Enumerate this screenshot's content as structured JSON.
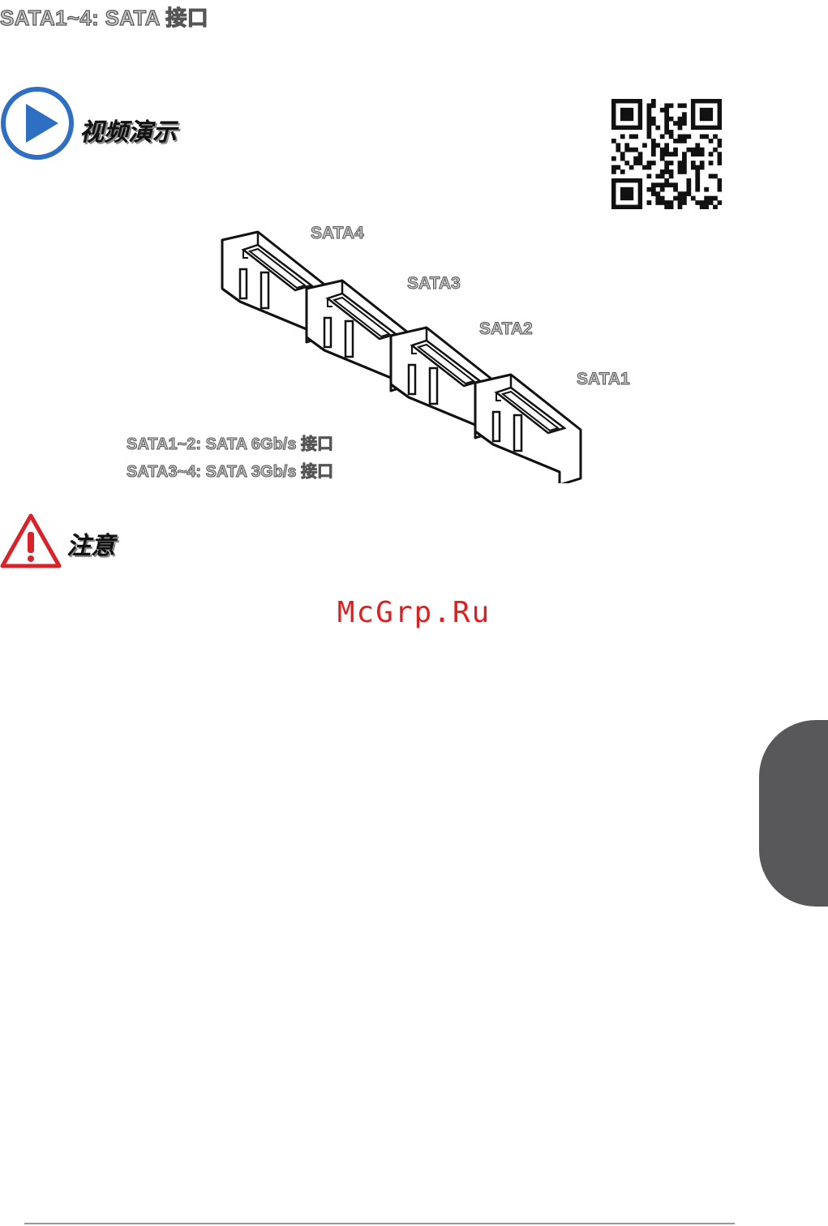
{
  "page": {
    "title": "SATA1~4: SATA 接口",
    "video_label": "视频演示",
    "note_label": "注意",
    "watermark": "McGrp.Ru"
  },
  "diagram": {
    "port_labels": [
      "SATA4",
      "SATA3",
      "SATA2",
      "SATA1"
    ],
    "speed_lines": [
      "SATA1~2: SATA 6Gb/s 接口",
      "SATA3~4: SATA 3Gb/s 接口"
    ]
  },
  "icons": {
    "play": "play-icon",
    "qr": "qr-code",
    "warning": "warning-icon"
  },
  "colors": {
    "accent_blue": "#2e6fc4",
    "warning_red": "#d9232b",
    "side_tab": "#58585a"
  }
}
